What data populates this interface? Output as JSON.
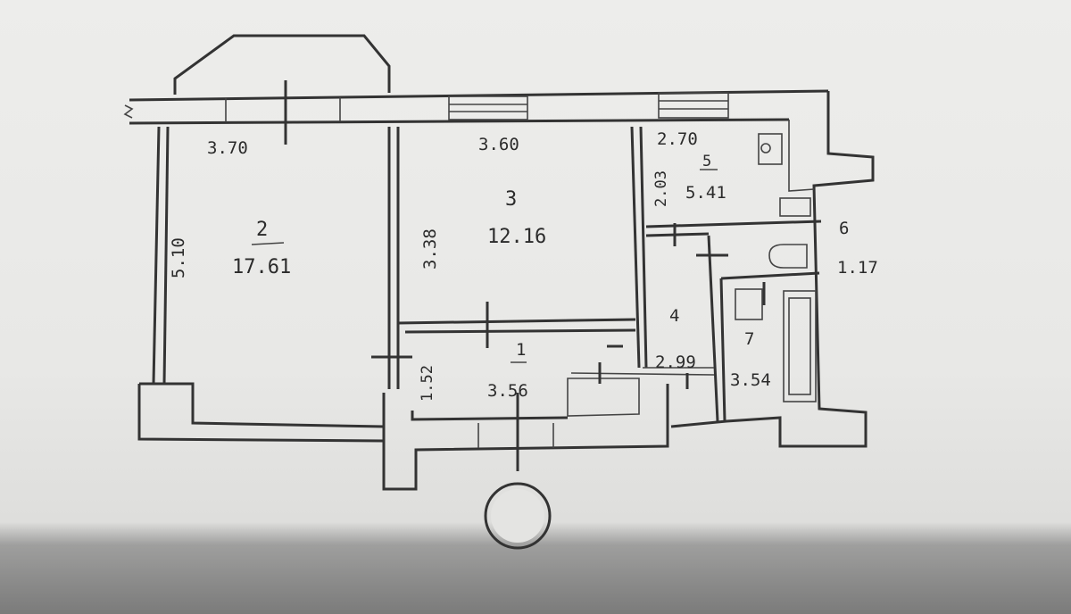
{
  "rooms": [
    {
      "id": "1",
      "area": "3.56"
    },
    {
      "id": "2",
      "area": "17.61"
    },
    {
      "id": "3",
      "area": "12.16"
    },
    {
      "id": "4",
      "area": "2.99"
    },
    {
      "id": "5",
      "area": "5.41"
    },
    {
      "id": "6",
      "area": "1.17"
    },
    {
      "id": "7",
      "area": "3.54"
    }
  ],
  "dimensions": {
    "room2_width": "3.70",
    "room2_length": "5.10",
    "room3_width": "3.60",
    "room3_length": "3.38",
    "room5_width": "2.70",
    "room5_length": "2.03",
    "room1_length": "1.52"
  }
}
